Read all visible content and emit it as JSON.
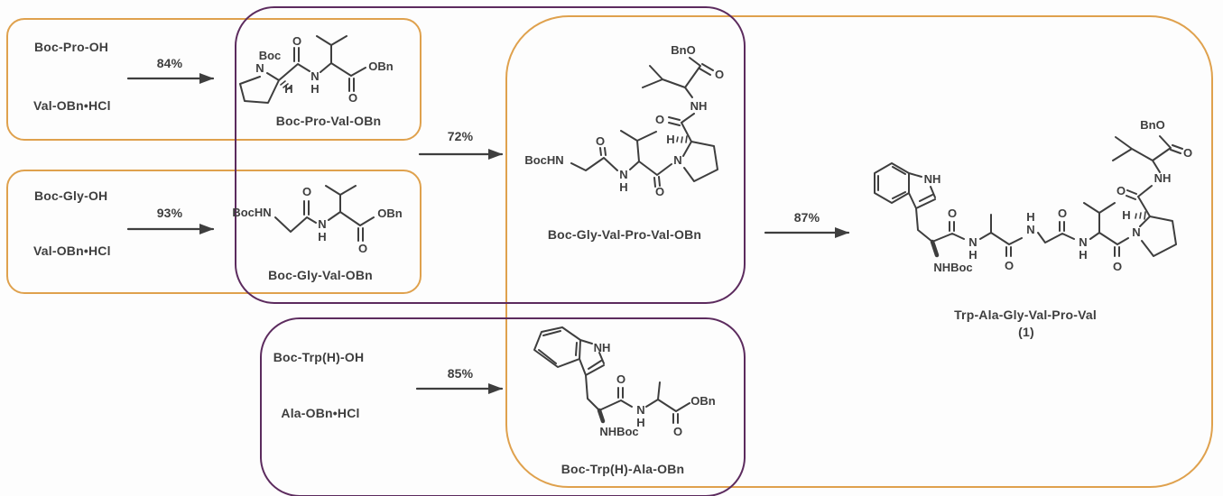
{
  "scheme": {
    "colors": {
      "box_orange": "#DFA14D",
      "box_purple": "#5C2B5E",
      "ink": "#3E3E3E"
    },
    "steps": {
      "step1": {
        "reactant_top": "Boc-Pro-OH",
        "reactant_bottom": "Val-OBn•HCl",
        "yield": "84%",
        "product_name": "Boc-Pro-Val-OBn"
      },
      "step2": {
        "reactant_top": "Boc-Gly-OH",
        "reactant_bottom": "Val-OBn•HCl",
        "yield": "93%",
        "product_name": "Boc-Gly-Val-OBn"
      },
      "step3": {
        "yield": "72%",
        "product_name": "Boc-Gly-Val-Pro-Val-OBn"
      },
      "step4": {
        "reactant_top": "Boc-Trp(H)-OH",
        "reactant_bottom": "Ala-OBn•HCl",
        "yield": "85%",
        "product_name": "Boc-Trp(H)-Ala-OBn"
      },
      "step5": {
        "yield": "87%",
        "product_name": "Trp-Ala-Gly-Val-Pro-Val",
        "compound_number": "(1)"
      }
    },
    "atoms": {
      "s1": {
        "boc": "Boc",
        "n_ring": "N",
        "h_stereo": "H",
        "o_amide": "O",
        "n_amide": "N",
        "h_amide": "H",
        "o_ester": "O",
        "obn": "OBn"
      },
      "s2": {
        "bochn": "BocHN",
        "o_amide": "O",
        "n_amide": "N",
        "h_amide": "H",
        "o_ester": "O",
        "obn": "OBn"
      },
      "s3": {
        "bno": "BnO",
        "o_ester": "O",
        "nh_val2": "NH",
        "o_proval": "O",
        "h_stereo": "H",
        "n_pro": "N",
        "o_valpro": "O",
        "n_val": "N",
        "h_val": "H",
        "o_gly": "O",
        "bochn": "BocHN"
      },
      "s4": {
        "nh_indole": "NH",
        "o_amide": "O",
        "n_amide": "N",
        "h_amide": "H",
        "nhboc": "NHBoc",
        "o_ester": "O",
        "obn": "OBn"
      },
      "s5": {
        "nh_indole": "NH",
        "nhboc": "NHBoc",
        "o_trp": "O",
        "n_ala": "N",
        "h_ala": "H",
        "o_ala": "O",
        "h_gly": "H",
        "n_gly": "N",
        "o_gly": "O",
        "n_val": "N",
        "h_val": "H",
        "o_val": "O",
        "n_pro": "N",
        "h_stereo": "H",
        "o_pro": "O",
        "nh_val2": "NH",
        "bno": "BnO",
        "o_ester": "O"
      }
    }
  }
}
